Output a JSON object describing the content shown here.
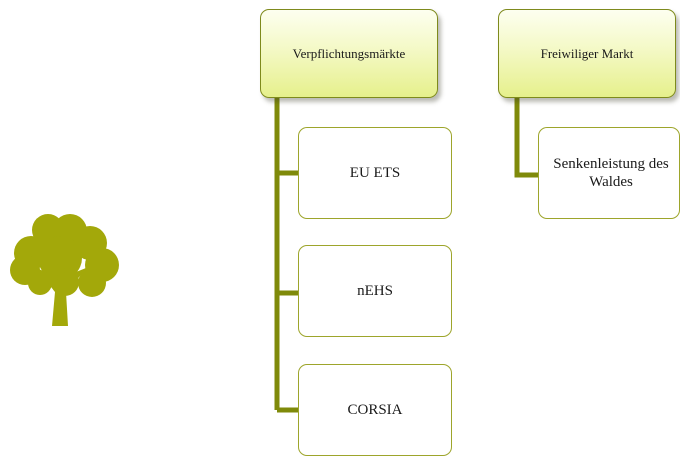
{
  "colors": {
    "connector": "#7f8a0a",
    "tree": "#a3a80a",
    "node_border": "#9da52b"
  },
  "icon": "tree-icon",
  "groups": [
    {
      "label": "Verpflichtungsmärkte",
      "children": [
        "EU ETS",
        "nEHS",
        "CORSIA"
      ]
    },
    {
      "label": "Freiwiliger Markt",
      "children": [
        "Senkenleistung des Waldes"
      ]
    }
  ]
}
